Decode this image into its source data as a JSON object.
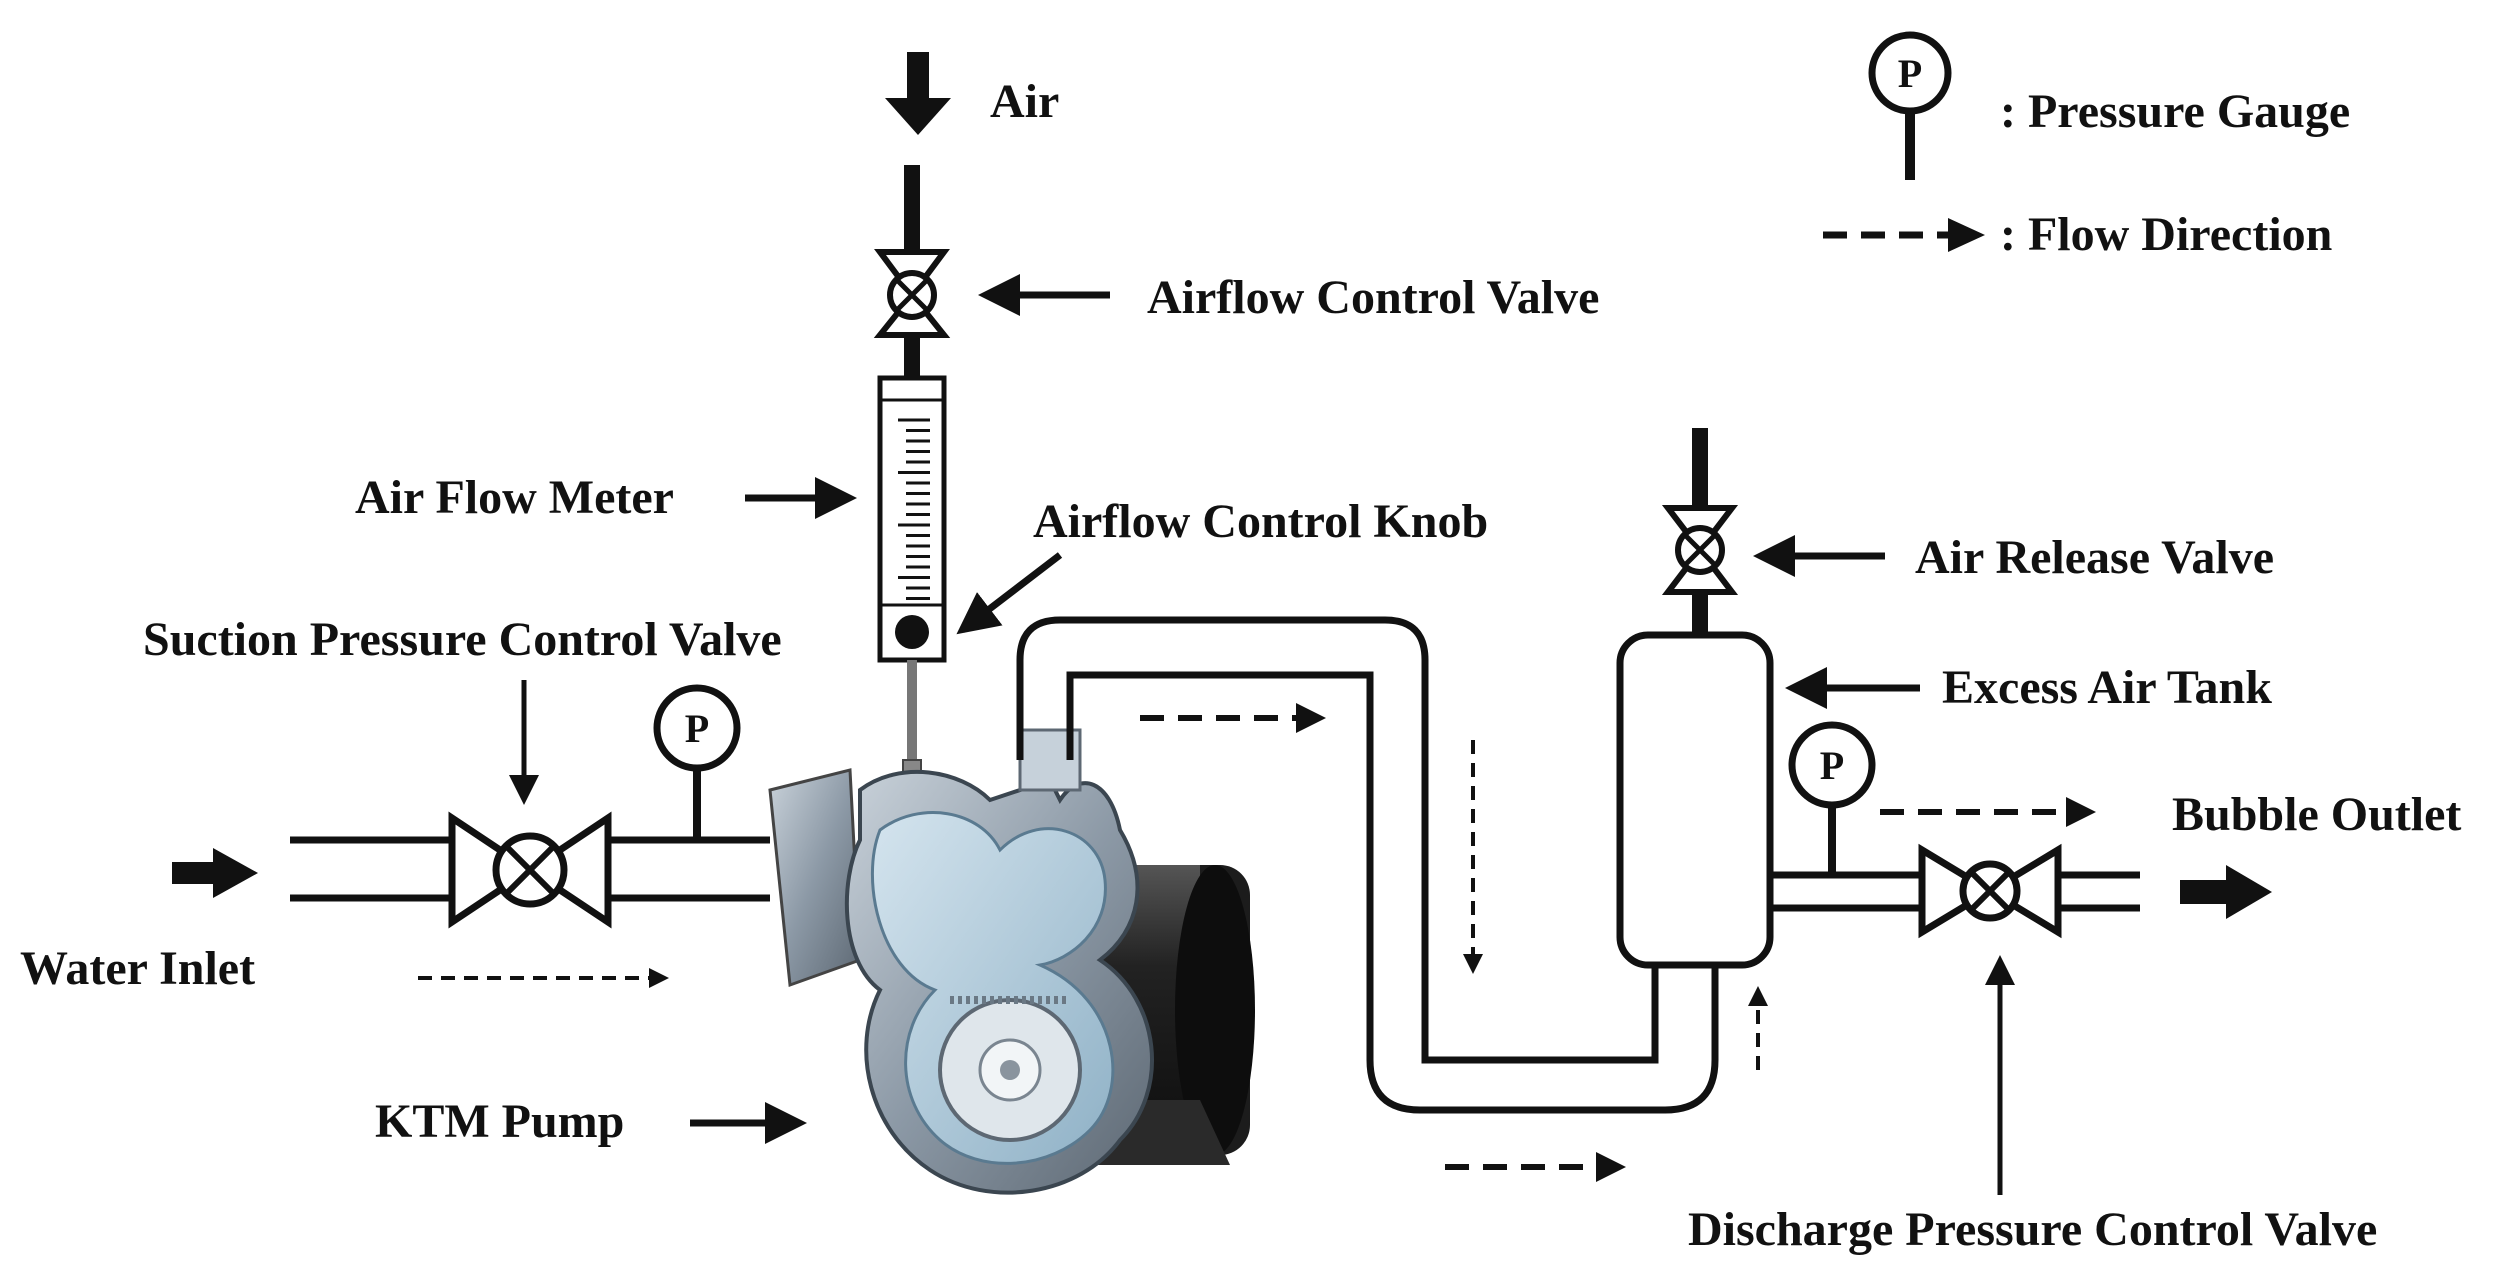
{
  "legend": {
    "gauge_symbol": "P",
    "pressure_gauge": ": Pressure Gauge",
    "flow_direction": ": Flow Direction"
  },
  "labels": {
    "air": "Air",
    "airflow_control_valve": "Airflow  Control Valve",
    "air_flow_meter": "Air Flow Meter",
    "airflow_control_knob": "Airflow Control Knob",
    "suction_pressure_control_valve": "Suction Pressure Control Valve",
    "water_inlet": "Water Inlet",
    "ktm_pump": "KTM Pump",
    "air_release_valve": "Air Release Valve",
    "excess_air_tank": "Excess Air Tank",
    "bubble_outlet": "Bubble Outlet",
    "discharge_pressure_control_valve": "Discharge Pressure Control Valve"
  },
  "gauges": {
    "symbol": "P"
  },
  "colors": {
    "line": "#111111",
    "pump_body": "#8a9aa8",
    "pump_water": "#a9c6d8",
    "motor": "#2b2b2b",
    "background": "#ffffff"
  }
}
